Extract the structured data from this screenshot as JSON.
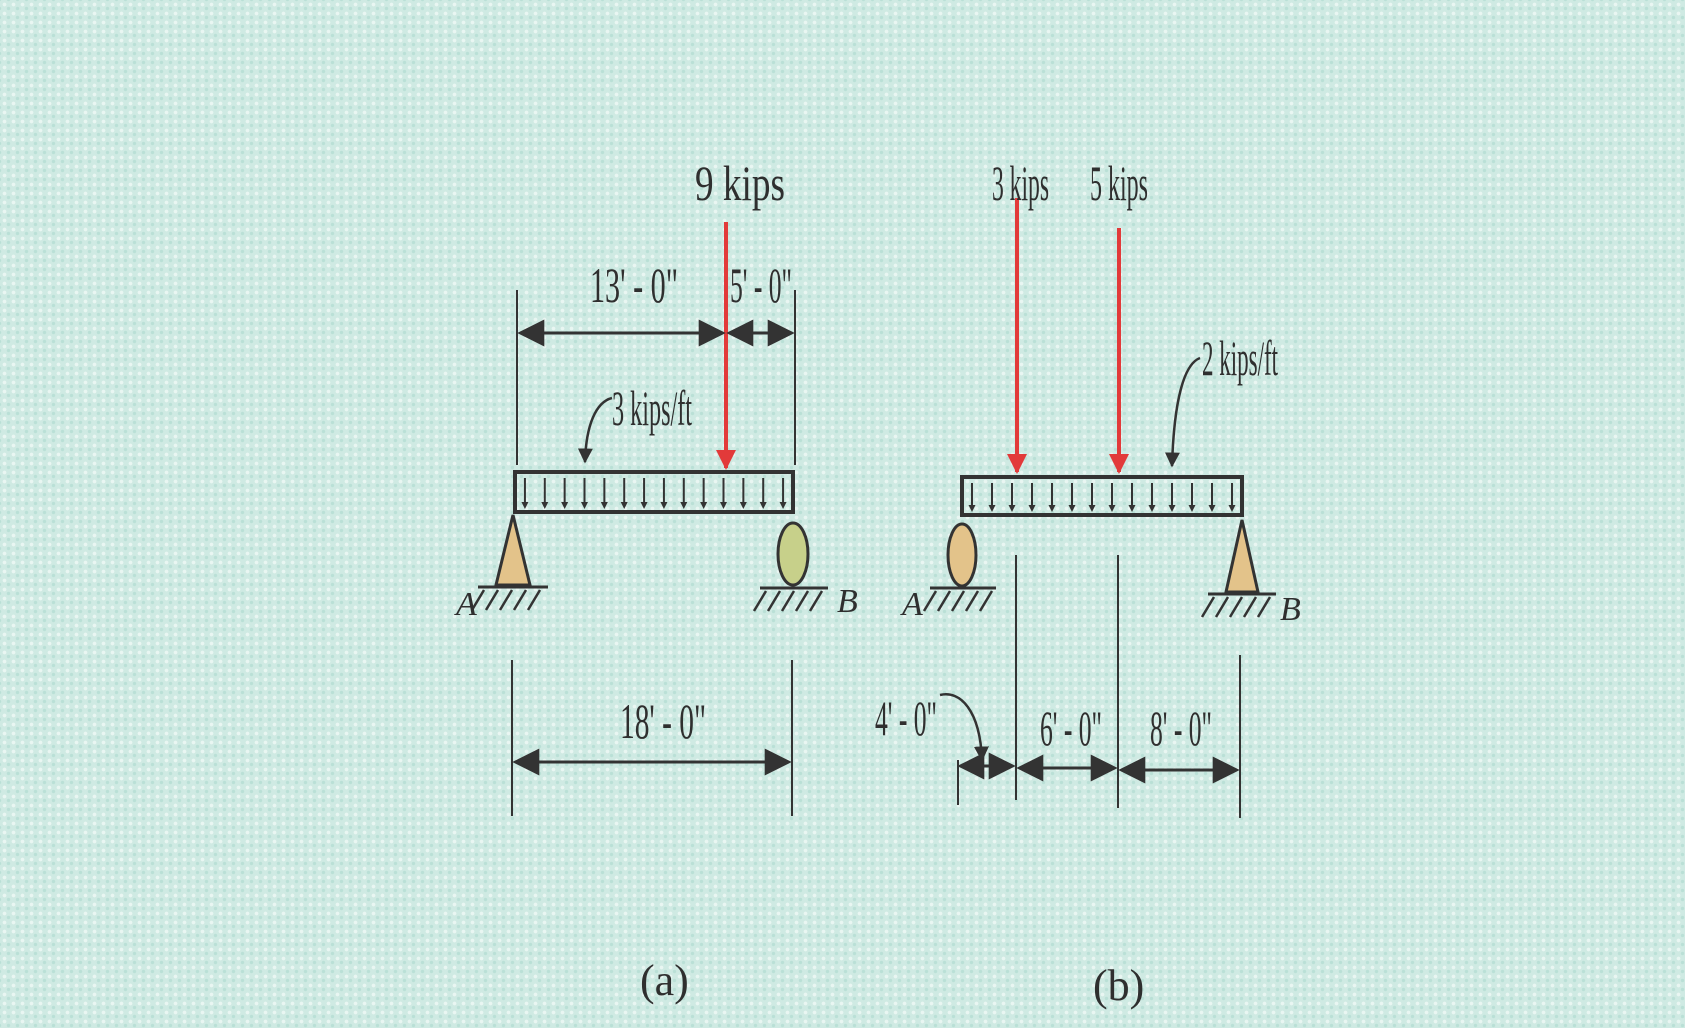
{
  "colors": {
    "line": "#333333",
    "point_load": "#e23a3a",
    "support_fill": "#e3c38a",
    "roller_fill": "#c7d08a"
  },
  "figure_a": {
    "caption": "(a)",
    "point_load": "9 kips",
    "distributed_load": "3 kips/ft",
    "dim_left": "13' - 0\"",
    "dim_right": "5' - 0\"",
    "span": "18' - 0\"",
    "support_a": "A",
    "support_b": "B"
  },
  "figure_b": {
    "caption": "(b)",
    "point_load_1": "3 kips",
    "point_load_2": "5 kips",
    "distributed_load": "2 kips/ft",
    "dim_1": "4' - 0\"",
    "dim_2": "6' - 0\"",
    "dim_3": "8' - 0\"",
    "support_a": "A",
    "support_b": "B"
  }
}
